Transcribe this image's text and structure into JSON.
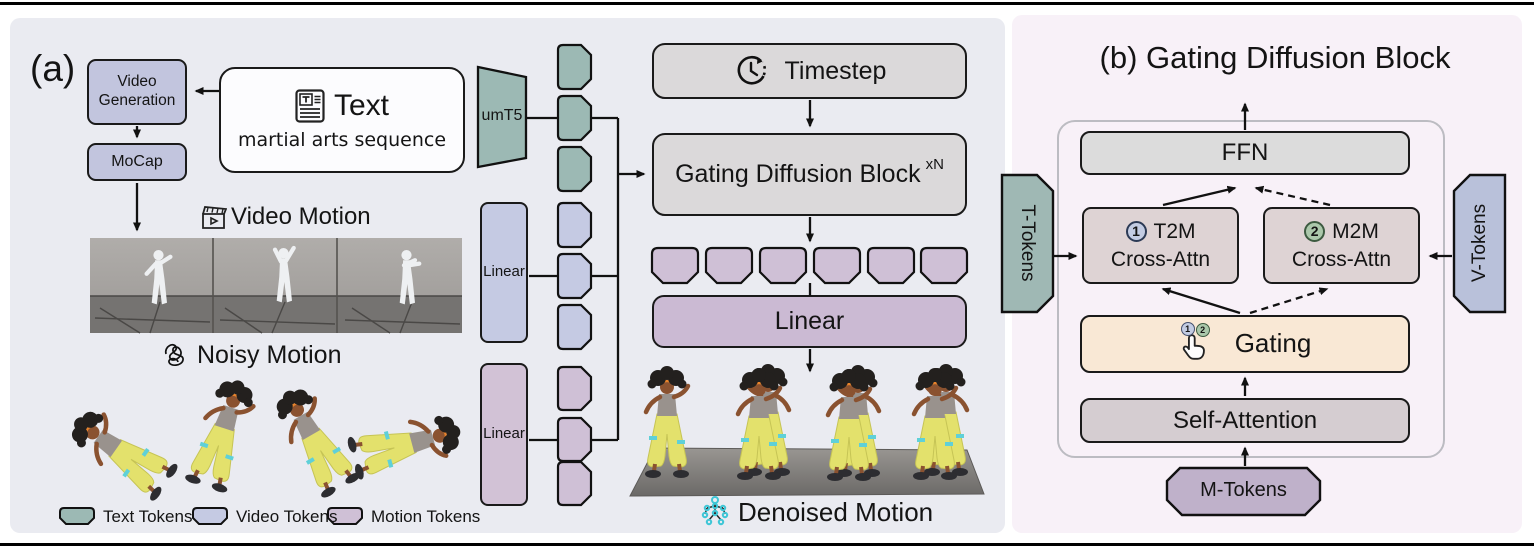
{
  "panel_a": {
    "label": "(a)",
    "video_generation": "Video Generation",
    "mocap": "MoCap",
    "text_box": {
      "title": "Text",
      "subtitle": "martial arts sequence"
    },
    "umt5": "umT5",
    "linear_video": "Linear",
    "linear_motion": "Linear",
    "video_motion_label": "Video Motion",
    "noisy_motion_label": "Noisy Motion",
    "timestep": "Timestep",
    "gdb_label": "Gating Diffusion Block",
    "gdb_sup": "xN",
    "linear_out": "Linear",
    "denoised_motion_label": "Denoised Motion",
    "legend": [
      {
        "label": "Text Tokens",
        "color": "#9cb9b4"
      },
      {
        "label": "Video Tokens",
        "color": "#c5cae3"
      },
      {
        "label": "Motion Tokens",
        "color": "#cfc0d6"
      }
    ],
    "icons": [
      "document-text-icon",
      "clapperboard-icon",
      "scribble-icon",
      "clock-icon",
      "skeleton-icon"
    ]
  },
  "panel_b": {
    "title": "(b) Gating Diffusion Block",
    "ffn": "FFN",
    "t2m": {
      "num": "1",
      "line1": "T2M",
      "line2": "Cross-Attn"
    },
    "m2m": {
      "num": "2",
      "line1": "M2M",
      "line2": "Cross-Attn"
    },
    "gating": {
      "label": "Gating",
      "num1": "1",
      "num2": "2"
    },
    "self_attention": "Self-Attention",
    "m_tokens": "M-Tokens",
    "t_tokens": "T-Tokens",
    "v_tokens": "V-Tokens",
    "icons": [
      "hand-click-icon"
    ]
  },
  "colors": {
    "panel_a_bg": "#eaebf1",
    "panel_b_bg": "#f8f1f8",
    "gray_block": "#dbd9da",
    "lavender_block": "#c2c5de",
    "linear_out_block": "#cbbad3",
    "cross_attn_block": "#ded3d4",
    "gating_block": "#f9e8d5",
    "self_attention_block": "#d5cdd1",
    "m_tokens_block": "#bfb1ca",
    "t_tokens_block": "#9fb8b4",
    "v_tokens_block": "#b9c1da",
    "text_tokens": "#9cb9b4",
    "video_tokens": "#c5cae3",
    "motion_tokens": "#cfc0d6"
  }
}
